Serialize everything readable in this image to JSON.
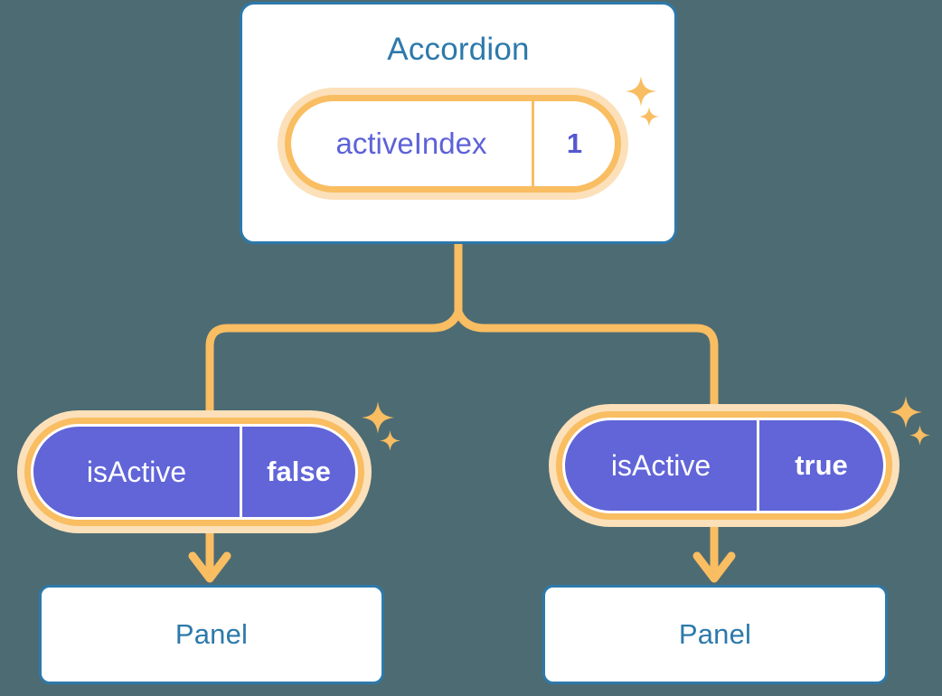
{
  "diagram": {
    "title_color": "#2d79ab",
    "accent_orange": "#f9bd62",
    "accent_orange_soft": "#fbe0b9",
    "state_purple": "#6165d8",
    "background": "#4d6b73"
  },
  "accordion": {
    "title": "Accordion",
    "state": {
      "key": "activeIndex",
      "value": "1"
    }
  },
  "branches": [
    {
      "state": {
        "key": "isActive",
        "value": "false"
      },
      "panel": {
        "title": "Panel"
      }
    },
    {
      "state": {
        "key": "isActive",
        "value": "true"
      },
      "panel": {
        "title": "Panel"
      }
    }
  ],
  "icons": {
    "sparkle": "sparkle-icon"
  }
}
